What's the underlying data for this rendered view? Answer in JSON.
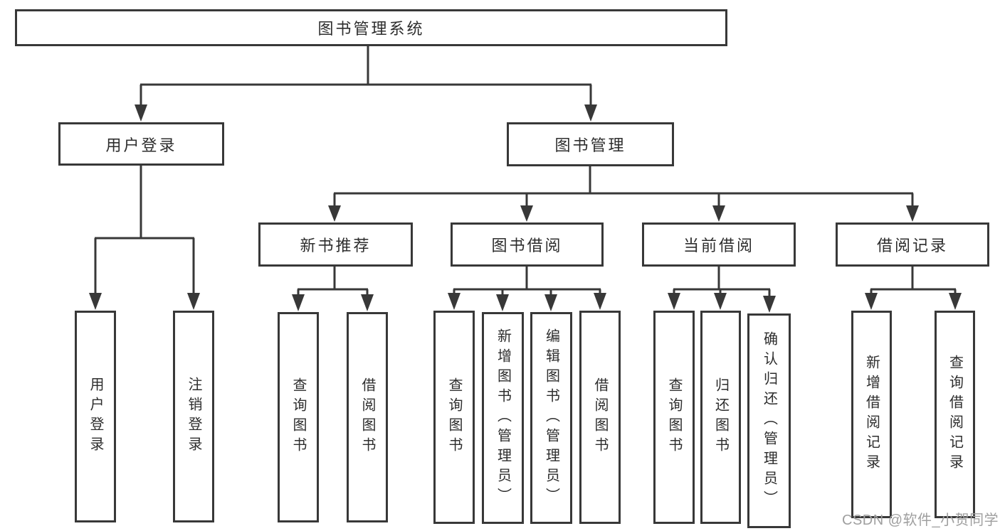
{
  "tree": {
    "label": "图书管理系统",
    "children": [
      {
        "label": "用户登录",
        "children": [
          {
            "label": "用户登录"
          },
          {
            "label": "注销登录"
          }
        ]
      },
      {
        "label": "图书管理",
        "children": [
          {
            "label": "新书推荐",
            "children": [
              {
                "label": "查询图书"
              },
              {
                "label": "借阅图书"
              }
            ]
          },
          {
            "label": "图书借阅",
            "children": [
              {
                "label": "查询图书"
              },
              {
                "label": "新增图书（管理员）"
              },
              {
                "label": "编辑图书（管理员）"
              },
              {
                "label": "借阅图书"
              }
            ]
          },
          {
            "label": "当前借阅",
            "children": [
              {
                "label": "查询图书"
              },
              {
                "label": "归还图书"
              },
              {
                "label": "确认归还（管理员）"
              }
            ]
          },
          {
            "label": "借阅记录",
            "children": [
              {
                "label": "新增借阅记录"
              },
              {
                "label": "查询借阅记录"
              }
            ]
          }
        ]
      }
    ]
  },
  "watermark": {
    "text": "CSDN @软件_小贺同学"
  },
  "colors": {
    "line": "#383838",
    "box_border": "#383838",
    "text": "#2d2d2d",
    "watermark": "#9f9f9f",
    "background": "#ffffff"
  }
}
